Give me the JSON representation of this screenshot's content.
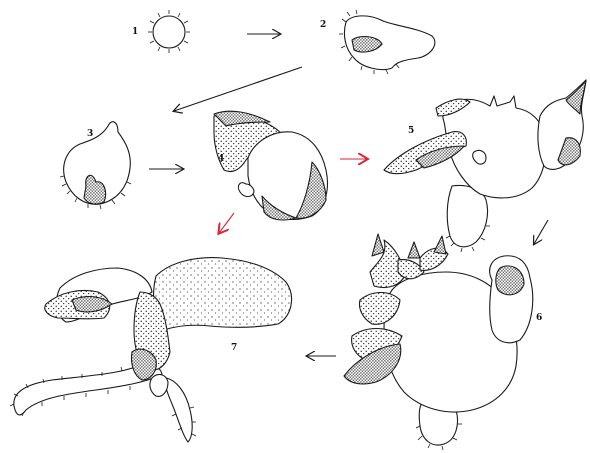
{
  "diagram": {
    "stages": [
      {
        "label": "1"
      },
      {
        "label": "2"
      },
      {
        "label": "3"
      },
      {
        "label": "4"
      },
      {
        "label": "5"
      },
      {
        "label": "6"
      },
      {
        "label": "7"
      }
    ],
    "colors": {
      "ink": "#1a1a1a",
      "background": "#ffffff",
      "highlight_arrow": "#d8263a"
    }
  }
}
